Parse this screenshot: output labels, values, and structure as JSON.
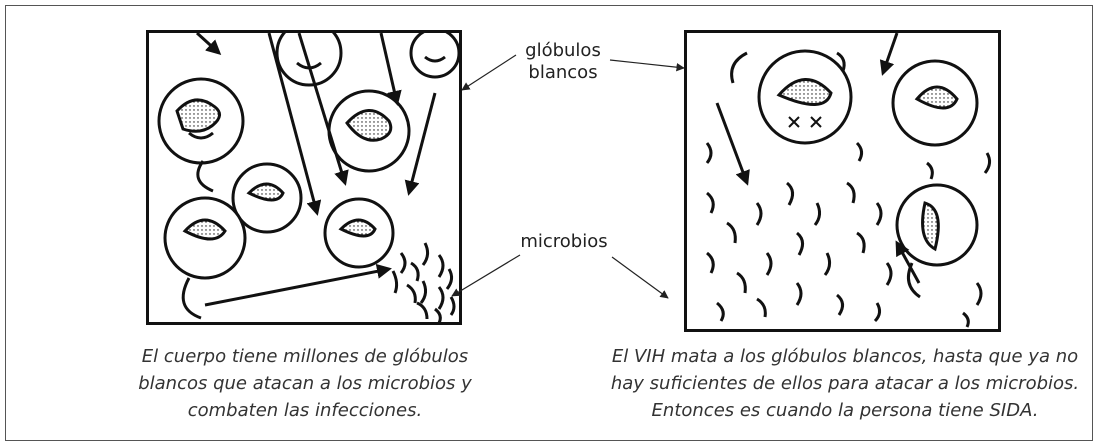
{
  "labels": {
    "white_cells_line1": "glóbulos",
    "white_cells_line2": "blancos",
    "microbes": "microbios"
  },
  "captions": {
    "left": [
      "El cuerpo tiene millones de glóbulos",
      "blancos que atacan a los microbios y",
      "combaten las infecciones."
    ],
    "right": [
      "El VIH mata a los glóbulos blancos, hasta que ya no",
      "hay suficientes de ellos para atacar a los microbios.",
      "Entonces es cuando la persona tiene SIDA."
    ]
  },
  "colors": {
    "ink": "#111111",
    "text": "#333333",
    "frame": "#555555"
  }
}
